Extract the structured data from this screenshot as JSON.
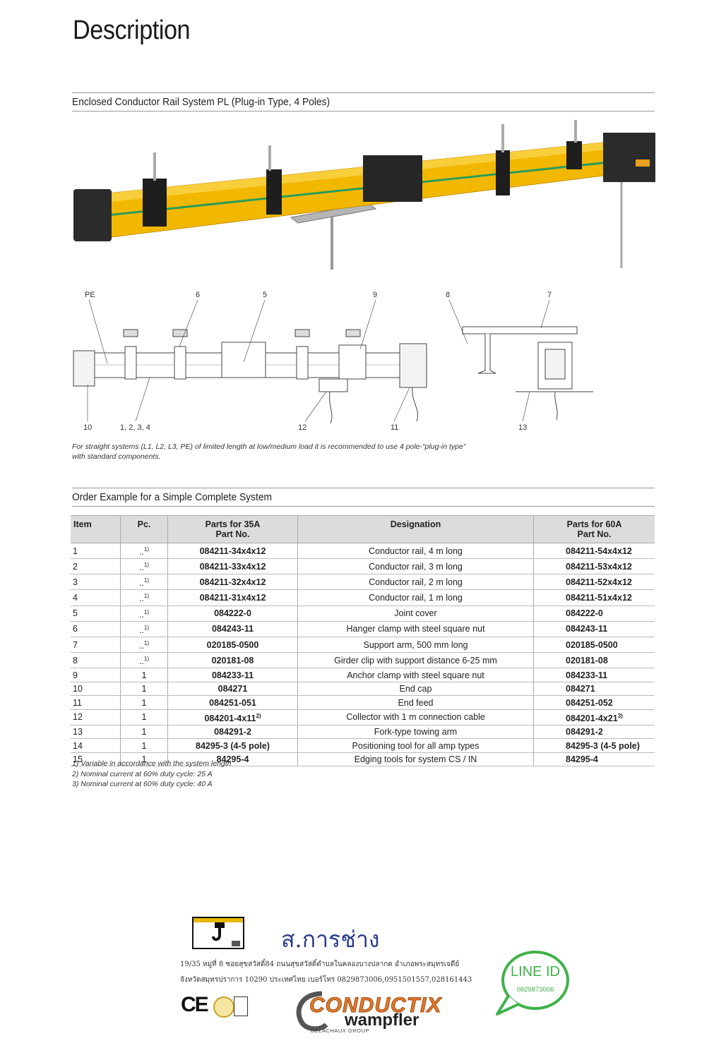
{
  "page": {
    "title": "Description"
  },
  "section1": {
    "heading": "Enclosed Conductor Rail System PL (Plug-in Type, 4 Poles)"
  },
  "diagram": {
    "labels": {
      "pe": "PE",
      "l6": "6",
      "l5": "5",
      "l9": "9",
      "l8": "8",
      "l7": "7",
      "l10": "10",
      "l1234": "1, 2, 3, 4",
      "l12": "12",
      "l11": "11",
      "l13": "13"
    },
    "note_line1": "For straight systems (L1, L2, L3, PE) of limited length at low/medium load it is recommended to use 4 pole-“plug-in type”",
    "note_line2": "with standard components."
  },
  "section2": {
    "heading": "Order Example for a Simple Complete System"
  },
  "table": {
    "headers": {
      "item": "Item",
      "pc": "Pc.",
      "p35_line1": "Parts for 35A",
      "p35_line2": "Part No.",
      "designation": "Designation",
      "p60_line1": "Parts for 60A",
      "p60_line2": "Part No."
    },
    "rows": [
      {
        "item": "1",
        "pc": "..",
        "pc_sup": "1)",
        "p35": "084211-34x4x12",
        "p35_sup": "",
        "des": "Conductor rail, 4 m long",
        "p60": "084211-54x4x12",
        "p60_sup": ""
      },
      {
        "item": "2",
        "pc": "..",
        "pc_sup": "1)",
        "p35": "084211-33x4x12",
        "p35_sup": "",
        "des": "Conductor rail, 3 m long",
        "p60": "084211-53x4x12",
        "p60_sup": ""
      },
      {
        "item": "3",
        "pc": "..",
        "pc_sup": "1)",
        "p35": "084211-32x4x12",
        "p35_sup": "",
        "des": "Conductor rail, 2 m long",
        "p60": "084211-52x4x12",
        "p60_sup": ""
      },
      {
        "item": "4",
        "pc": "..",
        "pc_sup": "1)",
        "p35": "084211-31x4x12",
        "p35_sup": "",
        "des": "Conductor rail, 1 m long",
        "p60": "084211-51x4x12",
        "p60_sup": ""
      },
      {
        "item": "5",
        "pc": "..",
        "pc_sup": "1)",
        "p35": "084222-0",
        "p35_sup": "",
        "des": "Joint cover",
        "p60": "084222-0",
        "p60_sup": ""
      },
      {
        "item": "6",
        "pc": "..",
        "pc_sup": "1)",
        "p35": "084243-11",
        "p35_sup": "",
        "des": "Hanger clamp with steel square nut",
        "p60": "084243-11",
        "p60_sup": ""
      },
      {
        "item": "7",
        "pc": "..",
        "pc_sup": "1)",
        "p35": "020185-0500",
        "p35_sup": "",
        "des": "Support arm, 500 mm long",
        "p60": "020185-0500",
        "p60_sup": ""
      },
      {
        "item": "8",
        "pc": "..",
        "pc_sup": "1)",
        "p35": "020181-08",
        "p35_sup": "",
        "des": "Girder clip with support distance 6-25 mm",
        "p60": "020181-08",
        "p60_sup": ""
      },
      {
        "item": "9",
        "pc": "1",
        "pc_sup": "",
        "p35": "084233-11",
        "p35_sup": "",
        "des": "Anchor clamp with steel square nut",
        "p60": "084233-11",
        "p60_sup": ""
      },
      {
        "item": "10",
        "pc": "1",
        "pc_sup": "",
        "p35": "084271",
        "p35_sup": "",
        "des": "End cap",
        "p60": "084271",
        "p60_sup": ""
      },
      {
        "item": "11",
        "pc": "1",
        "pc_sup": "",
        "p35": "084251-051",
        "p35_sup": "",
        "des": "End feed",
        "p60": "084251-052",
        "p60_sup": ""
      },
      {
        "item": "12",
        "pc": "1",
        "pc_sup": "",
        "p35": "084201-4x11",
        "p35_sup": "2)",
        "des": "Collector with 1 m connection cable",
        "p60": "084201-4x21",
        "p60_sup": "3)"
      },
      {
        "item": "13",
        "pc": "1",
        "pc_sup": "",
        "p35": "084291-2",
        "p35_sup": "",
        "des": "Fork-type towing arm",
        "p60": "084291-2",
        "p60_sup": ""
      },
      {
        "item": "14",
        "pc": "1",
        "pc_sup": "",
        "p35": "84295-3 (4-5 pole)",
        "p35_sup": "",
        "des": "Positioning tool for all amp types",
        "p60": "84295-3 (4-5 pole)",
        "p60_sup": ""
      },
      {
        "item": "15",
        "pc": "1",
        "pc_sup": "",
        "p35": "84295-4",
        "p35_sup": "",
        "des": "Edging tools for system CS / IN",
        "p60": "84295-4",
        "p60_sup": ""
      }
    ]
  },
  "footnotes": [
    "1) Variable in accordance with the system length",
    "2) Nominal current at 60% duty cycle: 25 A",
    "3) Nominal current at 60% duty cycle: 40 A"
  ],
  "footer": {
    "company_thai": "ส.การช่าง",
    "address_line1": "19/35 หมู่ที่ 8 ซอยสุขสวัสดิ์84 ถนนสุขสวัสดิ์ตำบลในคลองบางปลากด อำเภอพระสมุทรเจดีย์",
    "address_line2": "จังหวัดสมุทรปราการ 10290 ประเทศไทย    เบอร์โทร 0829873006,0951501557,028161443",
    "ce_mark": "CE",
    "brand_main": "CONDUCTIX",
    "brand_sub": "wampfler",
    "brand_group": "DELACHAUX GROUP",
    "line_title": "LINE ID",
    "line_number": "0829873006"
  },
  "colors": {
    "rail_yellow": "#f2b800",
    "rail_stripe": "#2a9d5a",
    "housing_dark": "#2b2b2b",
    "brand_orange": "#e07a2c",
    "line_green": "#3fb24a",
    "thai_blue": "#2a3c8a"
  }
}
